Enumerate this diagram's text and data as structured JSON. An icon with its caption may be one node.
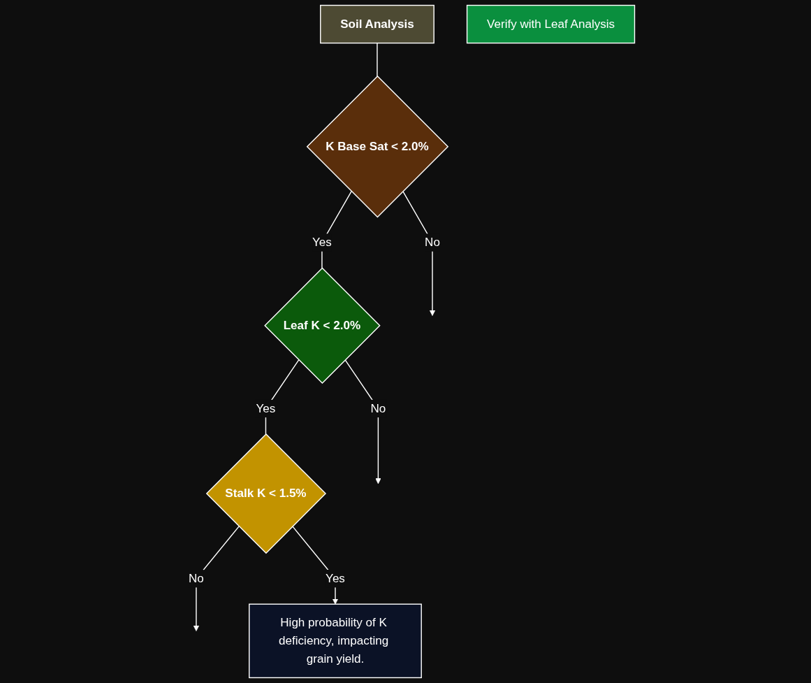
{
  "diagram": {
    "nodes": [
      {
        "text": [
          "Soil  Analysis"
        ]
      },
      {
        "text": [
          "K Base Sat < 2.0%"
        ]
      },
      {
        "text": [
          "Leaf K < 2.0%"
        ]
      },
      {
        "text": [
          "Stalk K < 1.5%"
        ]
      },
      {
        "text": [
          "High probability of K deficiency, impacting grain yield."
        ]
      },
      {
        "text": [
          "Verify with Leaf Analysis"
        ]
      }
    ],
    "edges": [
      {
        "from": 0,
        "to": 1,
        "arrow": "none"
      },
      {
        "from": 1,
        "to": null,
        "label": "No",
        "arrow": "to"
      },
      {
        "from": 1,
        "to": 2,
        "label": "Yes",
        "arrow": "none"
      },
      {
        "from": 2,
        "to": null,
        "label": "No",
        "arrow": "to"
      },
      {
        "from": 2,
        "to": 3,
        "label": "Yes",
        "arrow": "none"
      },
      {
        "from": 3,
        "to": null,
        "label": "No",
        "arrow": "to"
      },
      {
        "from": 3,
        "to": 4,
        "label": "Yes",
        "arrow": "to"
      }
    ]
  }
}
